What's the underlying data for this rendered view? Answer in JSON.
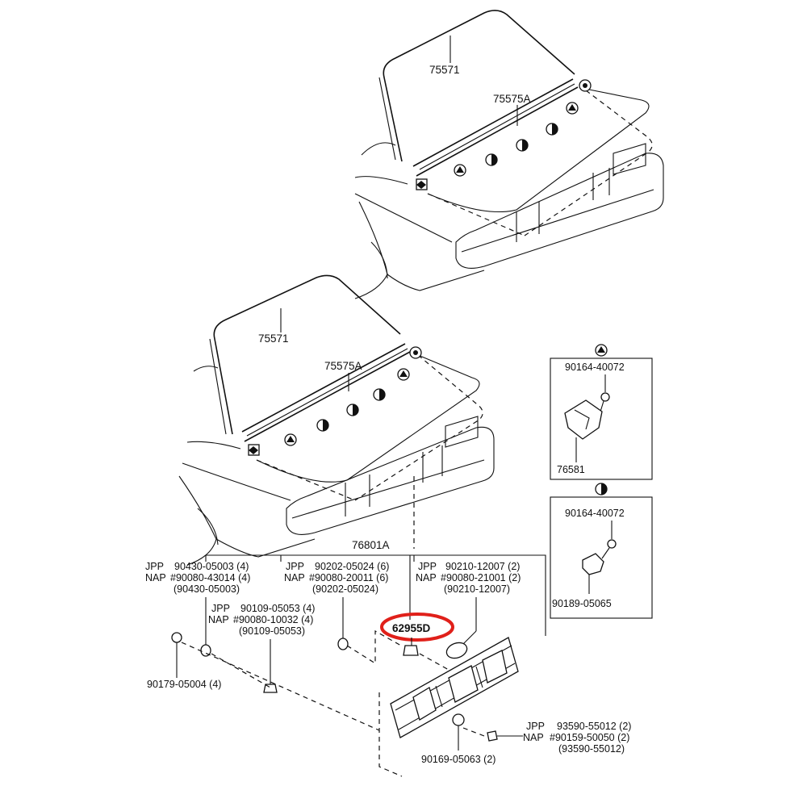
{
  "upper_view": {
    "label_weatherstrip": "75571",
    "label_molding": "75575A"
  },
  "lower_view": {
    "label_weatherstrip": "75571",
    "label_molding": "75575A",
    "label_panel": "76801A"
  },
  "clip_triangle": {
    "symbol": "triangle",
    "screw": "90164-40072",
    "clip": "76581"
  },
  "clip_half_circle": {
    "symbol": "half-circle",
    "screw": "90164-40072",
    "clip": "90189-05065"
  },
  "fasteners": {
    "group_left": {
      "line1_prefix": "JPP",
      "line1": "90430-05003 (4)",
      "line2_prefix": "NAP",
      "line2": "#90080-43014 (4)",
      "line3": "(90430-05003)"
    },
    "group_mid_left": {
      "line1_prefix": "JPP",
      "line1": "90109-05053 (4)",
      "line2_prefix": "NAP",
      "line2": "#90080-10032 (4)",
      "line3": "(90109-05053)"
    },
    "group_center": {
      "line1_prefix": "JPP",
      "line1": "90202-05024 (6)",
      "line2_prefix": "NAP",
      "line2": "#90080-20011 (6)",
      "line3": "(90202-05024)"
    },
    "group_right": {
      "line1_prefix": "JPP",
      "line1": "90210-12007 (2)",
      "line2_prefix": "NAP",
      "line2": "#90080-21001 (2)",
      "line3": "(90210-12007)"
    },
    "group_bottom_right": {
      "line1_prefix": "JPP",
      "line1": "93590-55012 (2)",
      "line2_prefix": "NAP",
      "line2": "#90159-50050 (2)",
      "line3": "(93590-55012)"
    },
    "single_left": "90179-05004 (4)",
    "single_bottom": "90169-05063 (2)"
  },
  "highlight": {
    "part_number": "62955D",
    "ring_color": "#e0201a"
  }
}
